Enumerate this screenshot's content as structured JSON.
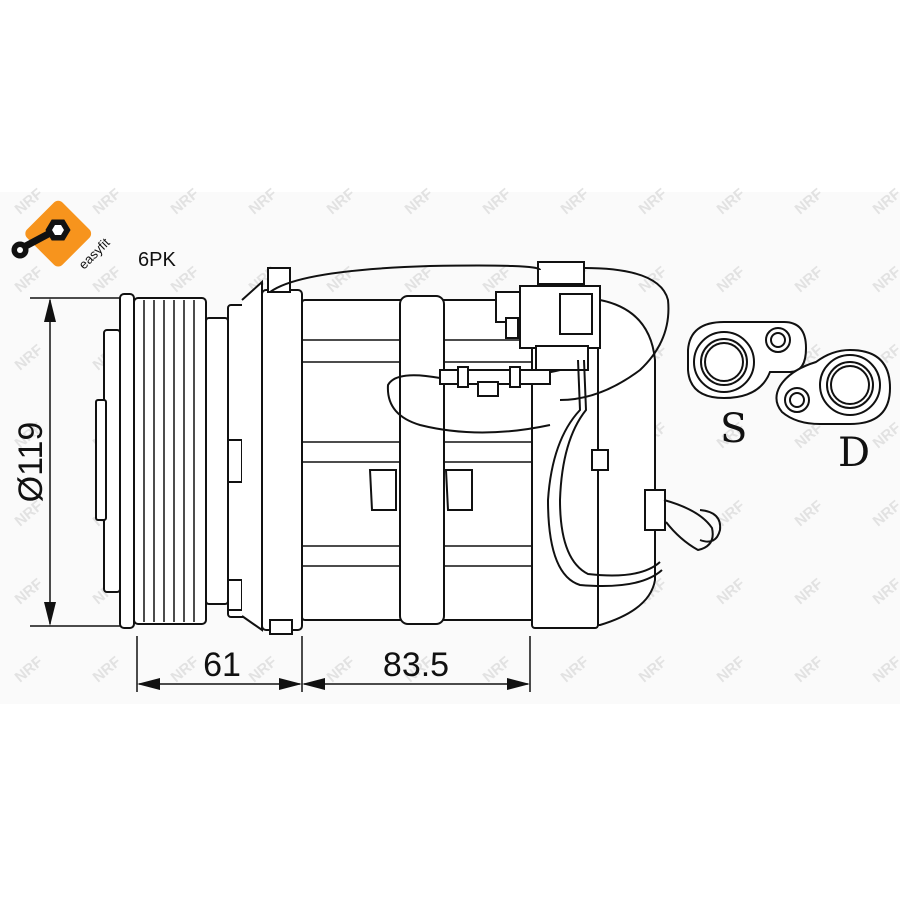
{
  "badge": {
    "label": "easyfit",
    "color": "#f7941d"
  },
  "belt_label": "6PK",
  "watermark_text": "NRF",
  "dimensions": {
    "diameter": "Ø119",
    "clutch_length": "61",
    "body_length": "83.5"
  },
  "ports": {
    "suction": "S",
    "discharge": "D"
  }
}
